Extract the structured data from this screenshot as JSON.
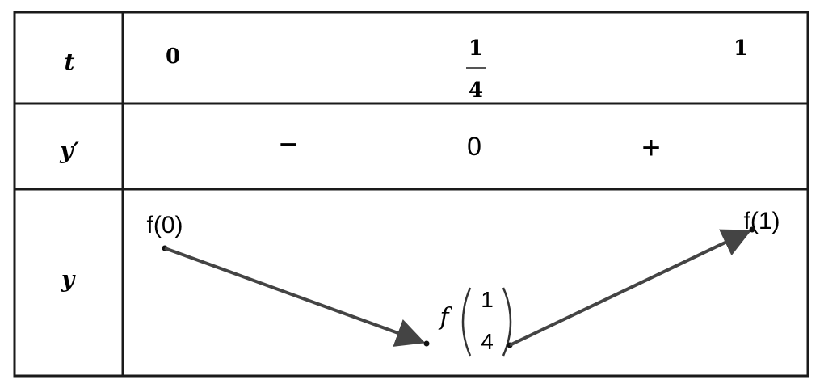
{
  "table": {
    "row_labels": {
      "t": "t",
      "y_prime": "y′",
      "y": "y"
    },
    "t_values": {
      "start": "0",
      "mid_num": "1",
      "mid_den": "4",
      "end": "1"
    },
    "derivative": {
      "left_sign": "−",
      "zero": "0",
      "right_sign": "+"
    },
    "y_values": {
      "left": "f(0)",
      "min_f": "f",
      "min_num": "1",
      "min_den": "4",
      "right": "f(1)"
    }
  },
  "colors": {
    "lines": "#1a1a1a",
    "arrows": "#444444"
  }
}
